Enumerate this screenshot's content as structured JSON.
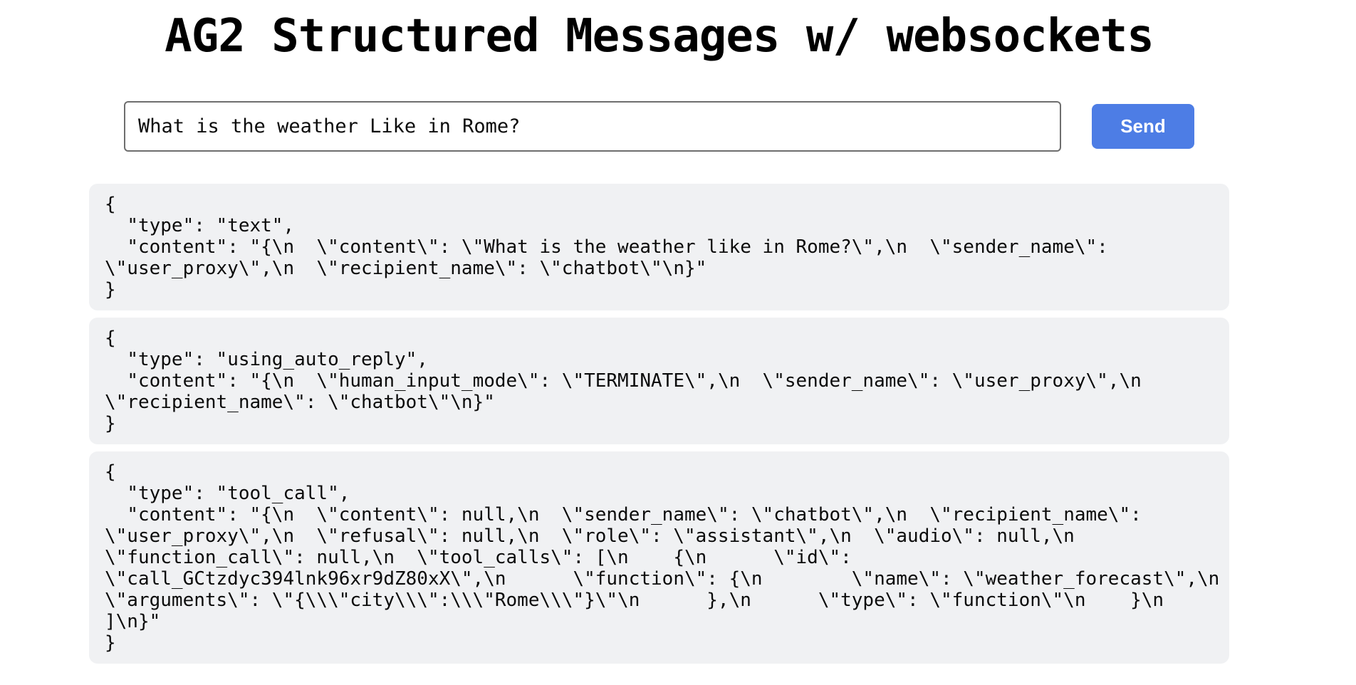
{
  "page": {
    "title": "AG2 Structured Messages w/ websockets"
  },
  "composer": {
    "input_value": "What is the weather Like in Rome?",
    "send_label": "Send"
  },
  "messages": [
    {
      "type": "text",
      "text": "{\n  \"type\": \"text\",\n  \"content\": \"{\\n  \\\"content\\\": \\\"What is the weather like in Rome?\\\",\\n  \\\"sender_name\\\": \\\"user_proxy\\\",\\n  \\\"recipient_name\\\": \\\"chatbot\\\"\\n}\"\n}"
    },
    {
      "type": "using_auto_reply",
      "text": "{\n  \"type\": \"using_auto_reply\",\n  \"content\": \"{\\n  \\\"human_input_mode\\\": \\\"TERMINATE\\\",\\n  \\\"sender_name\\\": \\\"user_proxy\\\",\\n  \\\"recipient_name\\\": \\\"chatbot\\\"\\n}\"\n}"
    },
    {
      "type": "tool_call",
      "text": "{\n  \"type\": \"tool_call\",\n  \"content\": \"{\\n  \\\"content\\\": null,\\n  \\\"sender_name\\\": \\\"chatbot\\\",\\n  \\\"recipient_name\\\": \\\"user_proxy\\\",\\n  \\\"refusal\\\": null,\\n  \\\"role\\\": \\\"assistant\\\",\\n  \\\"audio\\\": null,\\n  \\\"function_call\\\": null,\\n  \\\"tool_calls\\\": [\\n    {\\n      \\\"id\\\": \\\"call_GCtzdyc394lnk96xr9dZ80xX\\\",\\n      \\\"function\\\": {\\n        \\\"name\\\": \\\"weather_forecast\\\",\\n        \\\"arguments\\\": \\\"{\\\\\\\"city\\\\\\\":\\\\\\\"Rome\\\\\\\"}\\\"\\n      },\\n      \\\"type\\\": \\\"function\\\"\\n    }\\n  ]\\n}\"\n}"
    }
  ],
  "colors": {
    "send_button_bg": "#4d7de5",
    "send_button_text": "#ffffff",
    "card_bg": "#f0f1f3",
    "input_border": "#6e6e6e",
    "page_bg": "#ffffff",
    "text": "#0b0b0b"
  }
}
